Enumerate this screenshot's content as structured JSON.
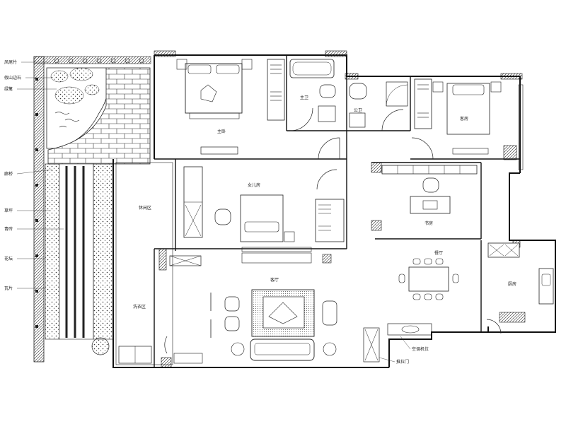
{
  "rooms": {
    "master_bedroom": "主卧",
    "master_bath": "主卫",
    "guest_bath": "公卫",
    "guest_room": "客房",
    "daughter_room": "女儿房",
    "study": "书房",
    "dining": "餐厅",
    "living": "客厅",
    "kitchen": "厨房",
    "leisure_area": "休闲区",
    "laundry_area": "洗衣区"
  },
  "garden_labels": {
    "bamboo": "凤尾竹",
    "stone_edge": "假山边石",
    "plants": "绿篱",
    "bridge": "廊桥",
    "lawn": "草坪",
    "stone_path": "青砖",
    "flower_border": "花坛",
    "tile": "瓦片"
  },
  "misc_labels": {
    "ac_unit": "空调机位",
    "balcony_door": "推拉门"
  }
}
